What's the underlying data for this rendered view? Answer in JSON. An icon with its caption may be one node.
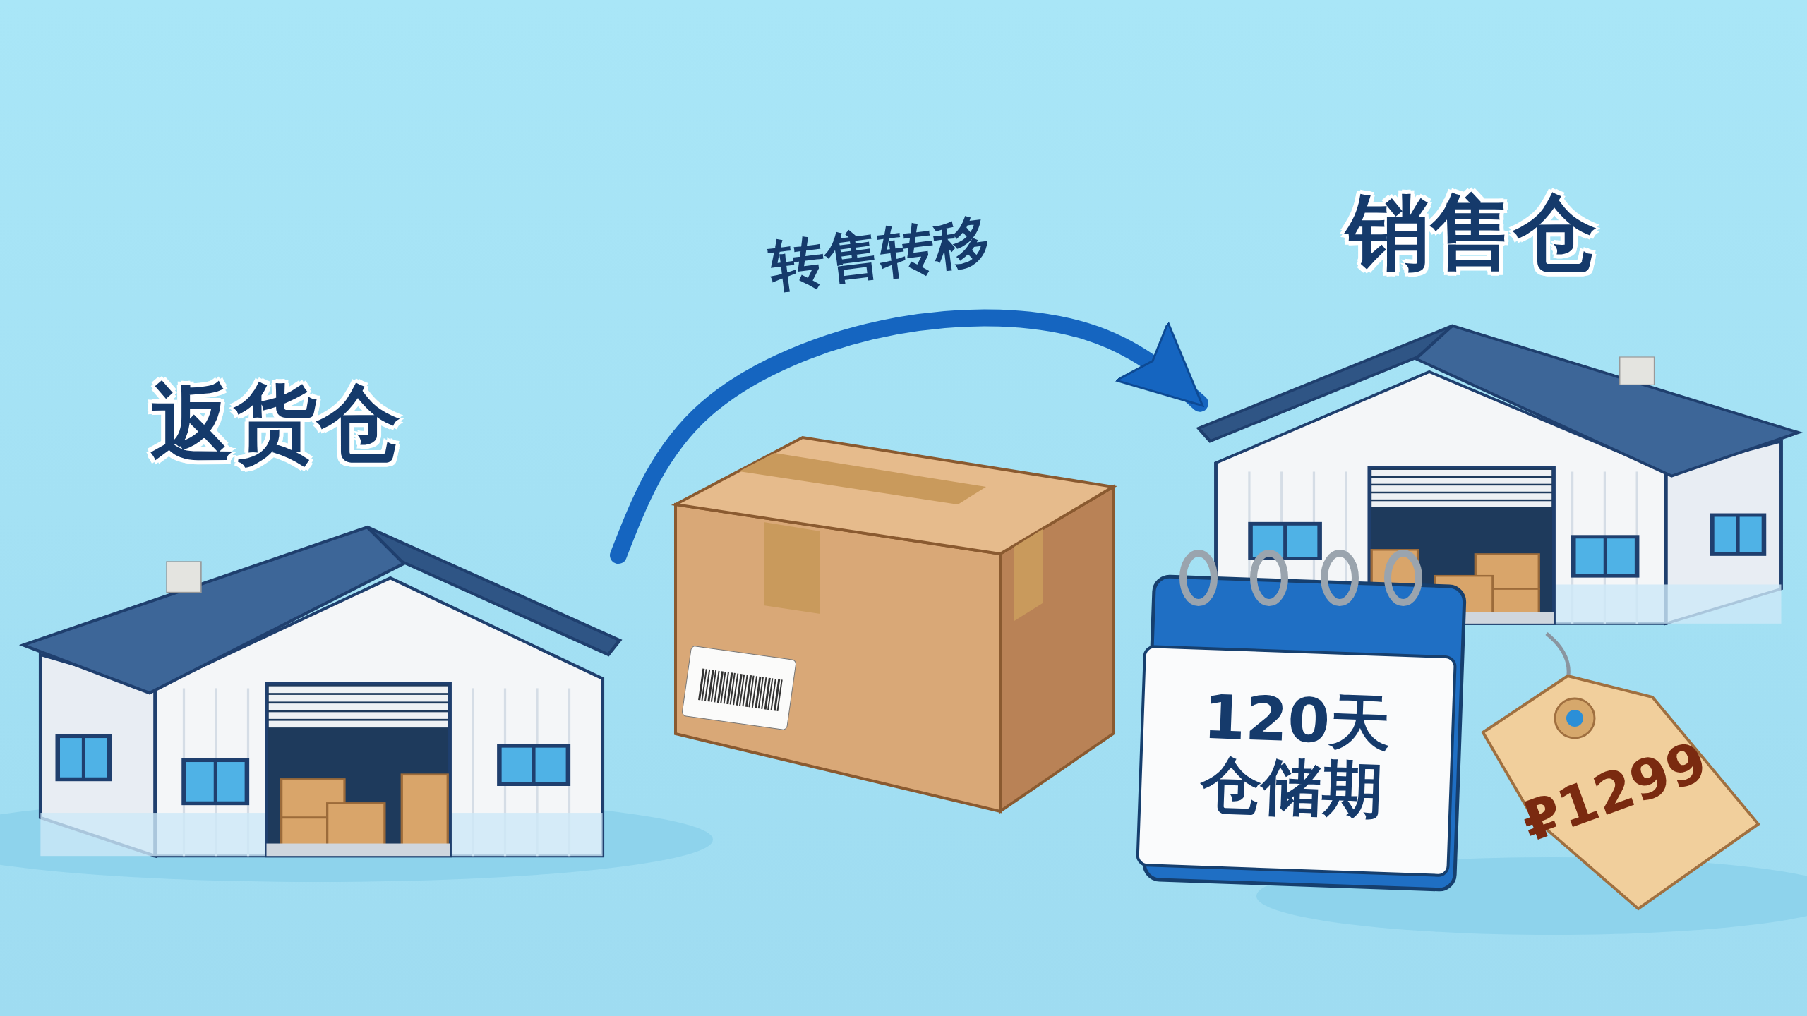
{
  "diagram": {
    "nodes": [
      {
        "text": [
          "返货仓"
        ]
      },
      {
        "text": [],
        "shape": "picture"
      },
      {
        "text": [
          "销售仓"
        ]
      },
      {
        "text": [
          "120天仓储期"
        ]
      },
      {
        "text": [
          "₽1299"
        ]
      }
    ],
    "edges": [
      {
        "from": 0,
        "to": 2,
        "arrow": "to",
        "label": "转售转移"
      }
    ]
  }
}
